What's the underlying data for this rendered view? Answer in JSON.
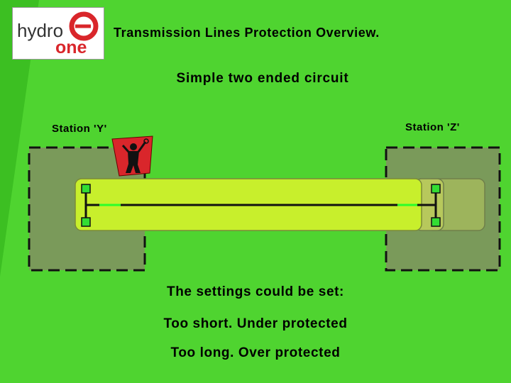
{
  "logo": {
    "top_word": "hydro",
    "bottom_word": "one"
  },
  "header": {
    "title": "Transmission Lines Protection Overview."
  },
  "diagram": {
    "subtitle": "Simple two ended circuit",
    "station_y_label": "Station 'Y'",
    "station_z_label": "Station 'Z'"
  },
  "notes": [
    "The settings could be set:",
    "Too short. Under protected",
    "Too long. Over protected"
  ],
  "colors": {
    "background": "#4fd430",
    "station_fill": "#7a9a5a",
    "zone_fill": "#c8ef2c",
    "logo_red": "#d9262b"
  }
}
